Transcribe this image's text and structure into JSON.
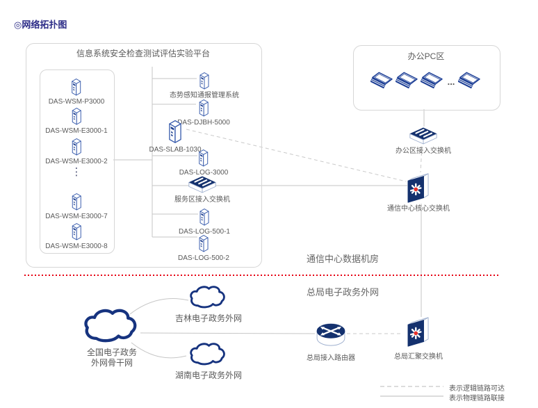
{
  "page_title": "◎网络拓扑图",
  "platform": {
    "title": "信息系统安全检查测试评估实验平台",
    "wsm_servers": [
      "DAS-WSM-P3000",
      "DAS-WSM-E3000-1",
      "DAS-WSM-E3000-2",
      "DAS-WSM-E3000-7",
      "DAS-WSM-E3000-8"
    ],
    "wsm_ellipsis": "⋮",
    "nodes": {
      "situational": "态势感知通报管理系统",
      "djbh": "DAS-DJBH-5000",
      "slab": "DAS-SLAB-1030",
      "log3000": "DAS-LOG-3000",
      "service_switch": "服务区接入交换机",
      "log500_1": "DAS-LOG-500-1",
      "log500_2": "DAS-LOG-500-2"
    }
  },
  "office": {
    "title": "办公PC区",
    "ellipsis": "...",
    "access_switch": "办公区接入交换机"
  },
  "datacenter": {
    "core_switch": "通信中心核心交换机",
    "zone_label": "通信中心数据机房"
  },
  "extranet": {
    "zone_label": "总局电子政务外网",
    "national_cloud_line1": "全国电子政务",
    "national_cloud_line2": "外网骨干网",
    "jilin_cloud": "吉林电子政务外网",
    "hunan_cloud": "湖南电子政务外网",
    "access_router": "总局接入路由器",
    "agg_switch": "总局汇聚交换机"
  },
  "legend": {
    "logical": "表示逻辑链路可达",
    "physical": "表示物理链路联接"
  },
  "icons": {
    "server": "server-tower-icon",
    "flat_switch": "flat-switch-icon",
    "cube_switch": "cube-switch-icon",
    "router": "router-icon",
    "laptop": "laptop-icon",
    "cloud": "cloud-icon"
  },
  "colors": {
    "navy": "#16337f",
    "divider_red": "#e60012",
    "title_indigo": "#2c2c87",
    "line_gray": "#c6c6c6",
    "text_gray": "#595959"
  }
}
